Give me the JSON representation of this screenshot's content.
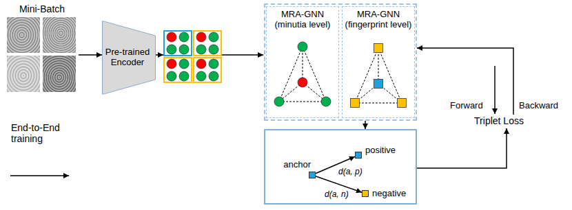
{
  "diagram": {
    "nodes": [
      {
        "text": [
          "Mini-Batch"
        ]
      },
      {
        "text": [
          "Pre-trained Encoder"
        ]
      },
      {},
      {
        "text": [
          "MRA-GNN (minutia level)"
        ],
        "in": 2
      },
      {
        "text": [
          "MRA-GNN (fingerprint level)"
        ],
        "in": 2
      },
      {},
      {
        "text": [
          "anchor"
        ],
        "in": 5
      },
      {
        "text": [
          "positive"
        ],
        "in": 5
      },
      {
        "text": [
          "negative"
        ],
        "in": 5
      },
      {
        "text": [
          "Triplet Loss"
        ]
      }
    ],
    "edges": [
      {
        "from": 0,
        "to": 1,
        "arrow": "to"
      },
      {
        "from": 2,
        "to": 5,
        "arrow": "to"
      },
      {
        "from": 6,
        "to": 7,
        "label": "d(a, p)",
        "arrow": "to"
      },
      {
        "from": 6,
        "to": 8,
        "label": "d(a, n)",
        "arrow": "to"
      },
      {
        "from": 5,
        "to": 9,
        "arrow": "to"
      },
      {
        "from": 9,
        "to": 2,
        "label": "Backward",
        "arrow": "to"
      }
    ],
    "labels": [
      "Forward",
      "End-to-End training"
    ]
  }
}
